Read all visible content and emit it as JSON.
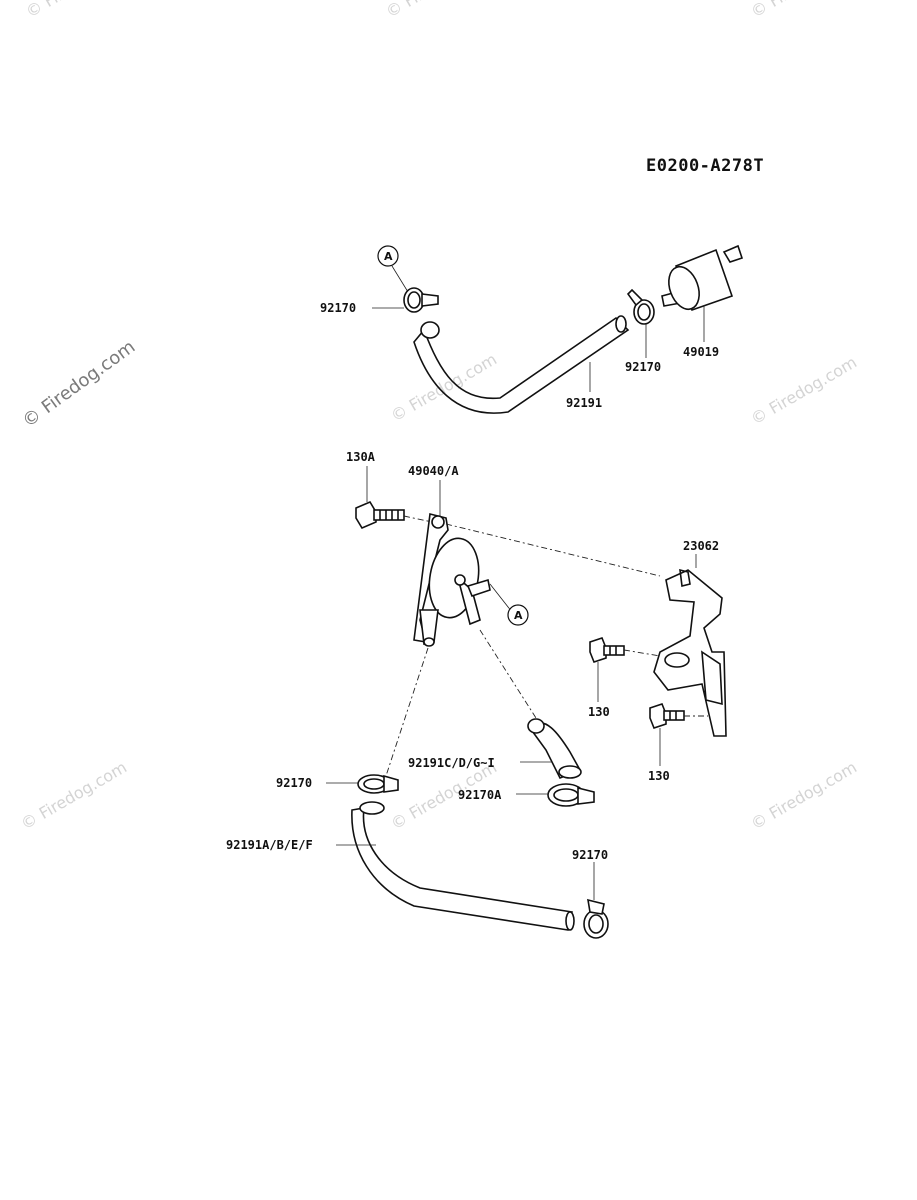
{
  "diagram_code": "E0200-A278T",
  "watermark": "© Firedog.com",
  "ref_marker": "A",
  "labels": {
    "clamp_upper_left": "92170",
    "clamp_upper_right": "92170",
    "filter": "49019",
    "hose_upper": "92191",
    "bolt_130a": "130A",
    "pump": "49040/A",
    "bracket": "23062",
    "bolt_130_upper": "130",
    "bolt_130_lower": "130",
    "clamp_mid_left": "92170",
    "hose_short": "92191C/D/G~I",
    "clamp_170a": "92170A",
    "hose_lower": "92191A/B/E/F",
    "clamp_lower_right": "92170"
  }
}
